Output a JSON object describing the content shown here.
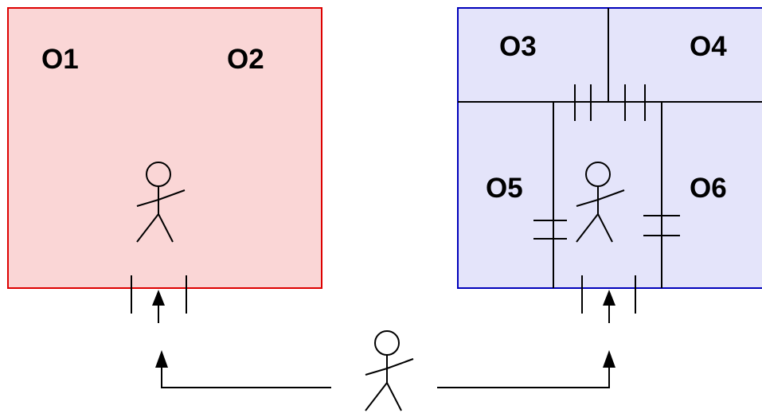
{
  "open_space": {
    "labels": [
      "O1",
      "O2"
    ],
    "fill_color": "#fad6d6",
    "border_color": "#dd0000"
  },
  "divided_space": {
    "labels": [
      "O3",
      "O4",
      "O5",
      "O6"
    ],
    "fill_color": "#e4e4fa",
    "border_color": "#0000bb"
  },
  "icons": [
    "person-icon",
    "person-icon",
    "person-icon",
    "arrow-icon"
  ]
}
